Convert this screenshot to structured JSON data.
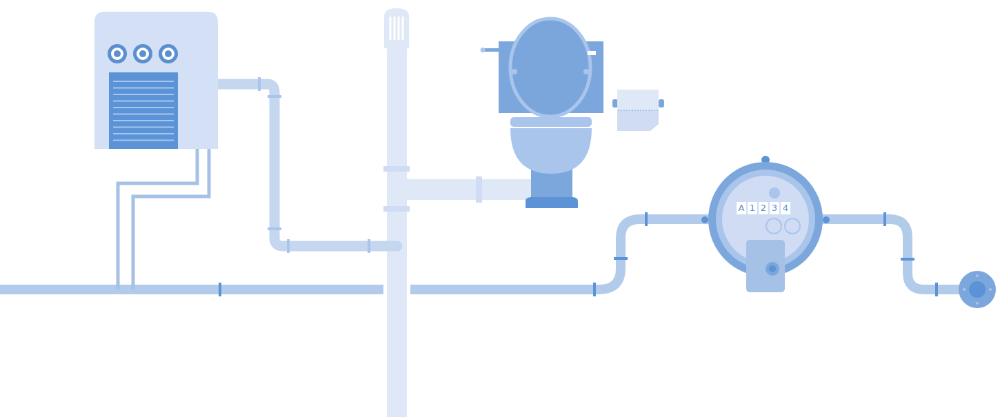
{
  "diagram": {
    "labels": [
      "A",
      "1",
      "2",
      "3",
      "4"
    ]
  }
}
